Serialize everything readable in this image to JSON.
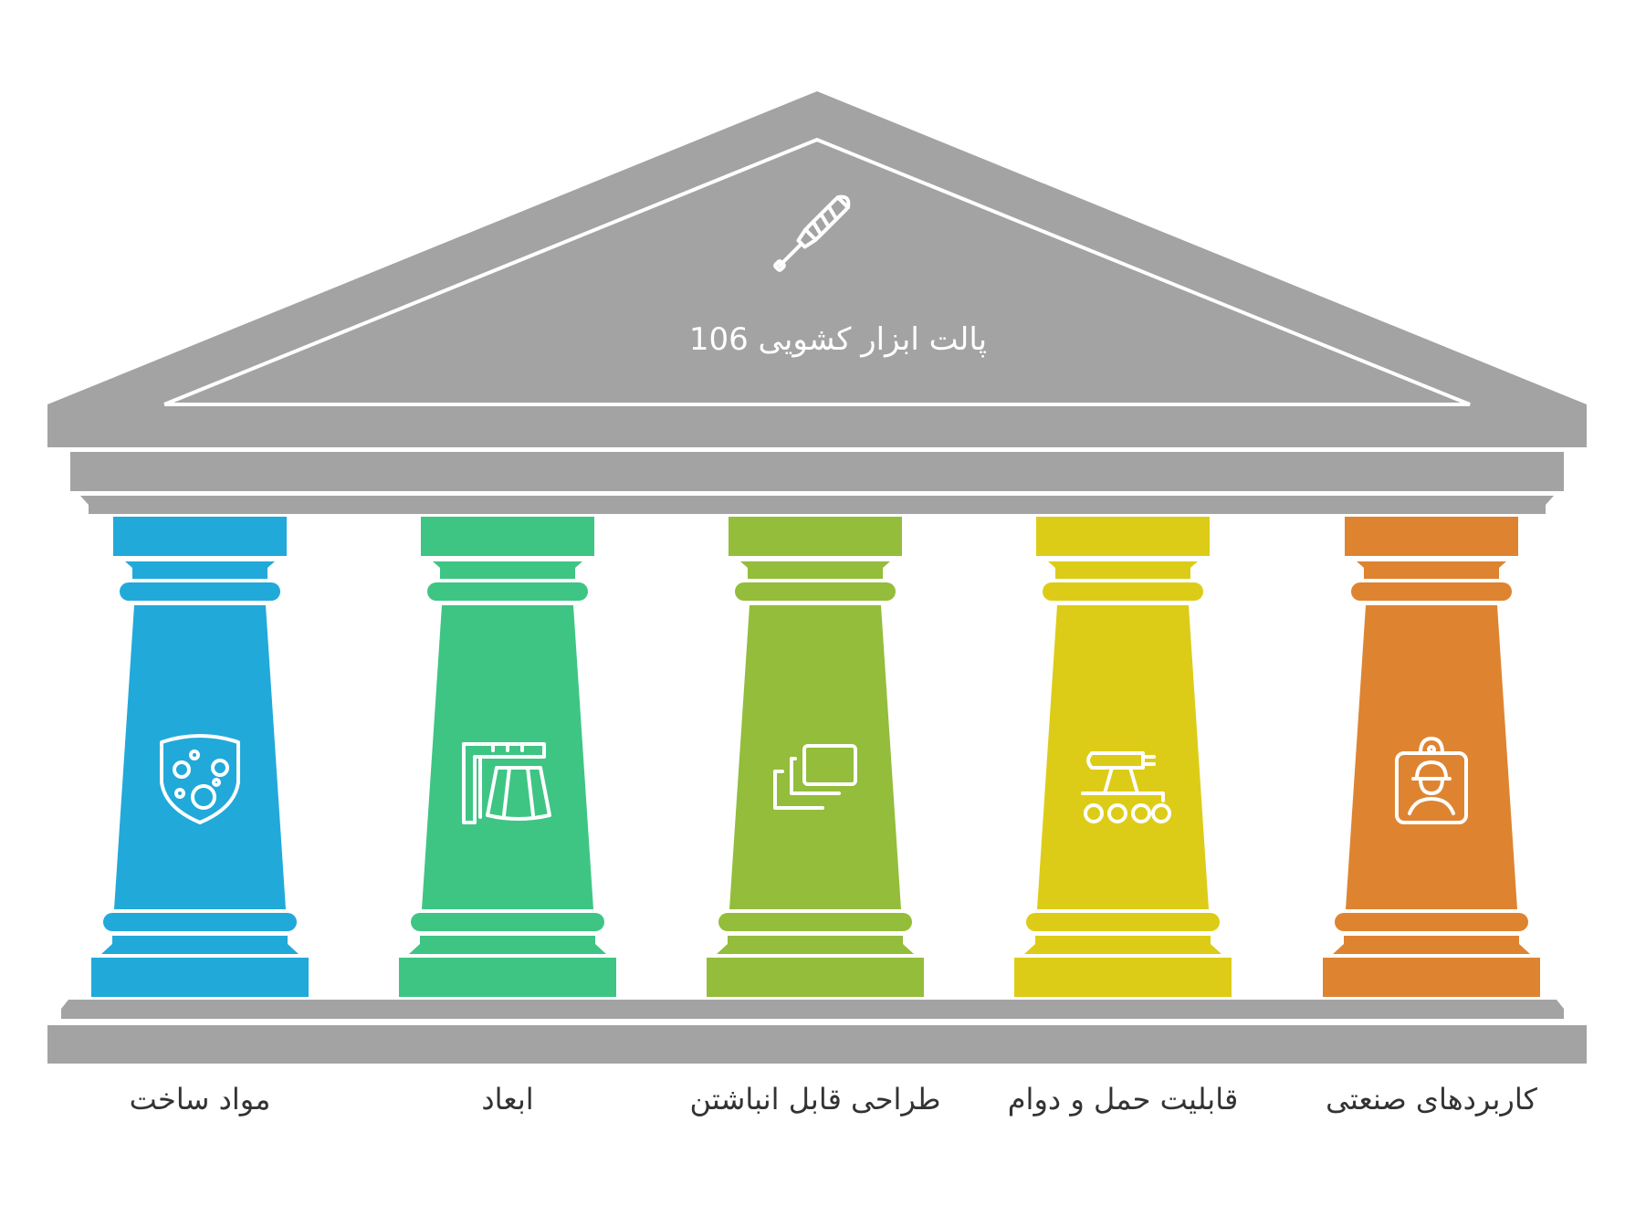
{
  "title": "پالت ابزار کشویی 106",
  "title_icon": "screwdriver-icon",
  "roof_color": "#A3A3A3",
  "pillars": [
    {
      "label": "مواد ساخت",
      "color": "#21A9DA",
      "icon": "material-shield-icon"
    },
    {
      "label": "ابعاد",
      "color": "#3EC584",
      "icon": "measure-dimensions-icon"
    },
    {
      "label": "طراحی قابل انباشتن",
      "color": "#93BD3B",
      "icon": "stacked-layers-icon"
    },
    {
      "label": "قابلیت حمل و دوام",
      "color": "#DDCC17",
      "icon": "cannon-cart-icon"
    },
    {
      "label": "کاربردهای صنعتی",
      "color": "#DE8431",
      "icon": "worker-badge-icon"
    }
  ]
}
